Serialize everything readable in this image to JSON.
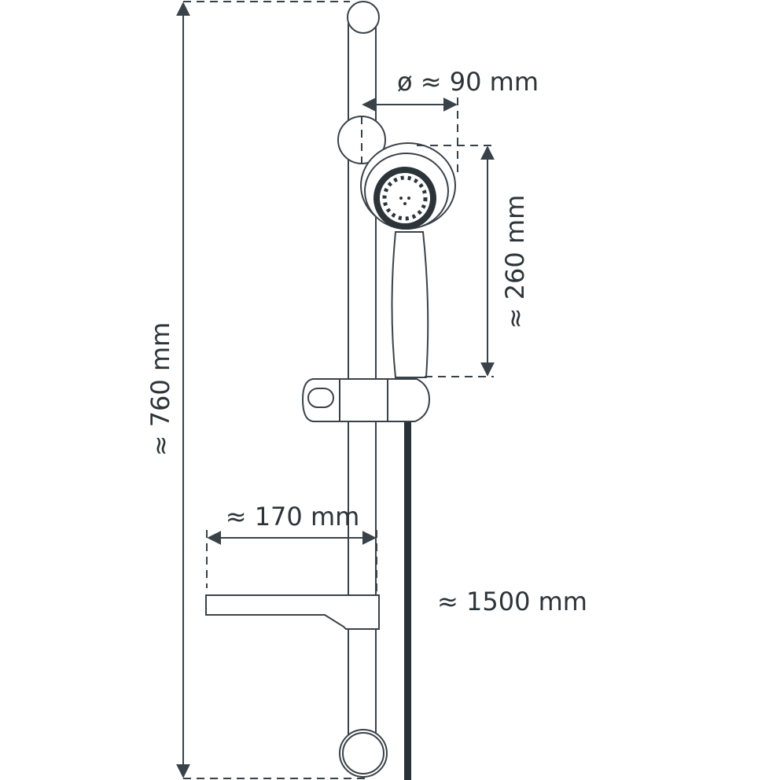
{
  "dimensions": {
    "total_height": "≈ 760 mm",
    "head_diameter": "ø ≈ 90 mm",
    "handshower_length": "≈ 260 mm",
    "soap_dish_depth": "≈ 170 mm",
    "hose_length": "≈ 1500 mm"
  },
  "colors": {
    "line": "#3a4249",
    "hose": "#263238"
  }
}
